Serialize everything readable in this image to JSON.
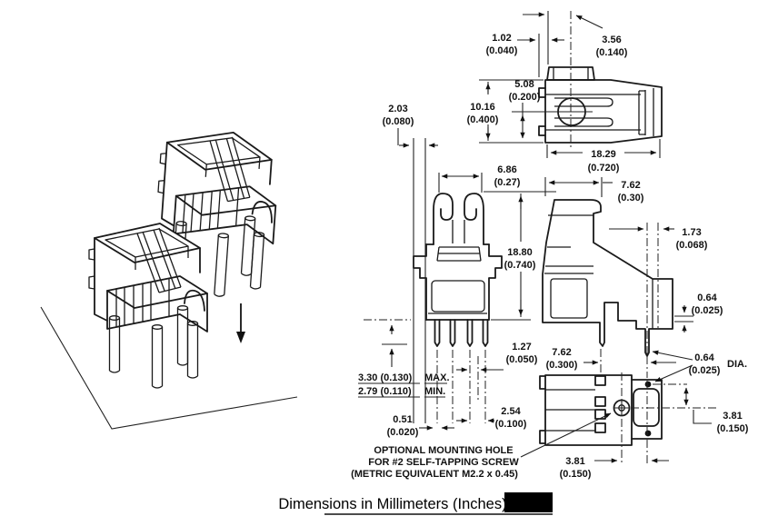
{
  "caption": {
    "text": "Dimensions in Millimeters (Inches)"
  },
  "note": {
    "line1": "OPTIONAL MOUNTING HOLE",
    "line2": "FOR #2 SELF-TAPPING SCREW",
    "line3": "(METRIC EQUIVALENT M2.2 x 0.45)"
  },
  "dims": {
    "w102": {
      "mm": "1.02",
      "in": "(0.040)"
    },
    "w356": {
      "mm": "3.56",
      "in": "(0.140)"
    },
    "h508": {
      "mm": "5.08",
      "in": "(0.200)"
    },
    "h1016": {
      "mm": "10.16",
      "in": "(0.400)"
    },
    "w203": {
      "mm": "2.03",
      "in": "(0.080)"
    },
    "w1829": {
      "mm": "18.29",
      "in": "(0.720)"
    },
    "w686": {
      "mm": "6.86",
      "in": "(0.27)"
    },
    "w762a": {
      "mm": "7.62",
      "in": "(0.30)"
    },
    "w173": {
      "mm": "1.73",
      "in": "(0.068)"
    },
    "h1880": {
      "mm": "18.80",
      "in": "(0.740)"
    },
    "t064a": {
      "mm": "0.64",
      "in": "(0.025)"
    },
    "p127": {
      "mm": "1.27",
      "in": "(0.050)"
    },
    "w762b": {
      "mm": "7.62",
      "in": "(0.300)"
    },
    "d064b": {
      "mm": "0.64",
      "in": "(0.025)",
      "suffix": "DIA."
    },
    "max330": {
      "value": "3.30 (0.130)",
      "label": "MAX."
    },
    "min279": {
      "value": "2.79 (0.110)",
      "label": "MIN."
    },
    "p051": {
      "mm": "0.51",
      "in": "(0.020)"
    },
    "p254": {
      "mm": "2.54",
      "in": "(0.100)"
    },
    "r381": {
      "mm": "3.81",
      "in": "(0.150)"
    },
    "b381": {
      "mm": "3.81",
      "in": "(0.150)"
    }
  }
}
